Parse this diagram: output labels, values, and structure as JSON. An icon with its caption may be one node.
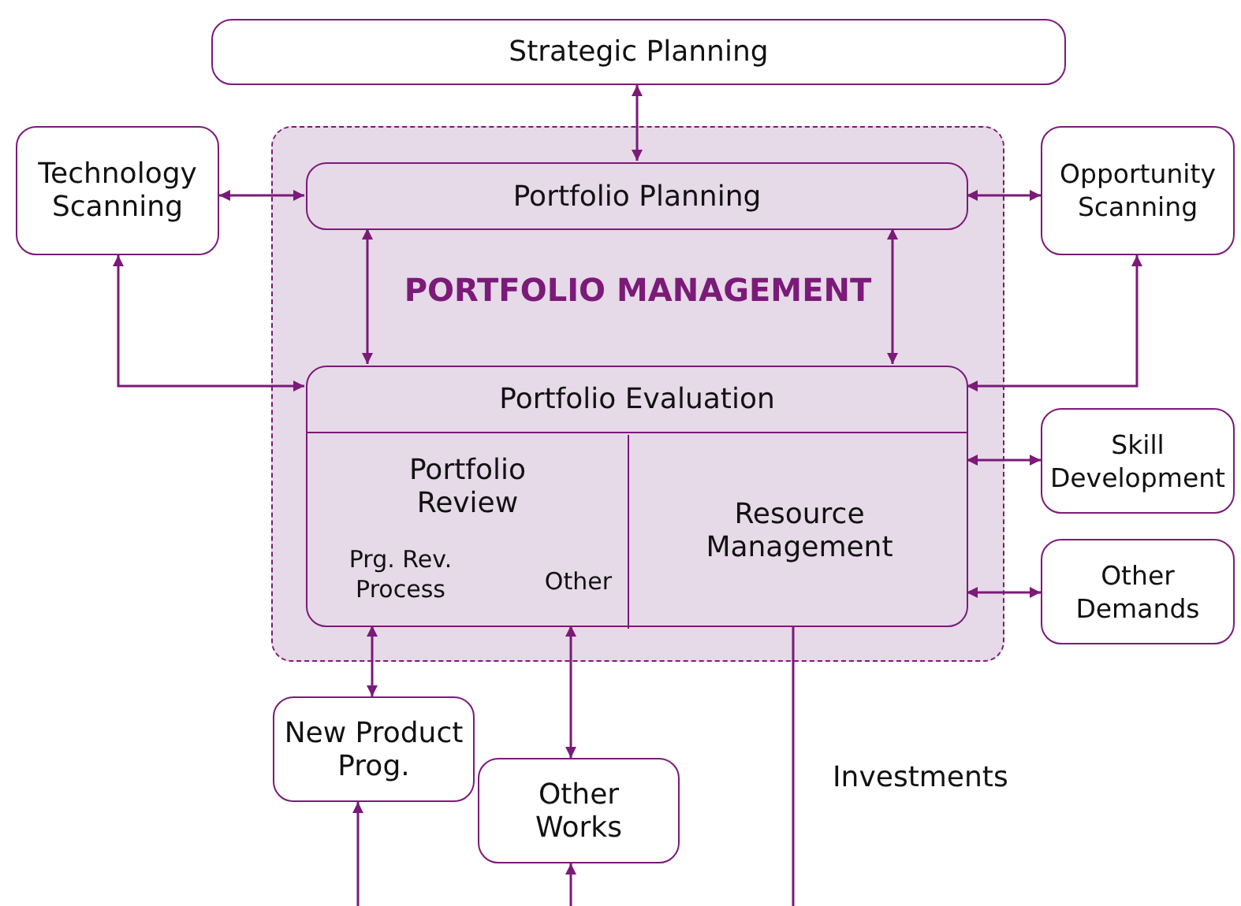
{
  "diagram": {
    "nodes": [
      {
        "text": [
          "Strategic Planning"
        ]
      },
      {
        "text": [
          "PORTFOLIO MANAGEMENT"
        ]
      },
      {
        "text": [
          "Technology Scanning"
        ]
      },
      {
        "text": [
          "Portfolio Planning"
        ],
        "in": 1
      },
      {
        "text": [
          "Opportunity Scanning"
        ]
      },
      {
        "text": [
          "Portfolio Evaluation"
        ],
        "in": 1
      },
      {
        "text": [
          "Portfolio Review",
          "Prg. Rev. Process",
          "Other"
        ],
        "in": 5
      },
      {
        "text": [
          "Resource Management"
        ],
        "in": 5
      },
      {
        "text": [
          "Skill Development"
        ]
      },
      {
        "text": [
          "Other Demands"
        ]
      },
      {
        "text": [
          "New Product Prog."
        ]
      },
      {
        "text": [
          "Other Works"
        ]
      }
    ],
    "edges": [
      {
        "from": 0,
        "to": 3,
        "arrow": "both"
      },
      {
        "from": 2,
        "to": 3,
        "arrow": "both"
      },
      {
        "from": 3,
        "to": 4,
        "arrow": "both"
      },
      {
        "from": 3,
        "to": 5,
        "arrow": "both"
      },
      {
        "from": 3,
        "to": 5,
        "arrow": "both"
      },
      {
        "from": 2,
        "to": 5,
        "arrow": "both"
      },
      {
        "from": 5,
        "to": 4,
        "arrow": "both"
      },
      {
        "from": 5,
        "to": 8,
        "arrow": "both"
      },
      {
        "from": 5,
        "to": 9,
        "arrow": "both"
      },
      {
        "from": 6,
        "to": 10,
        "arrow": "both"
      },
      {
        "from": 6,
        "to": 11,
        "arrow": "both"
      },
      {
        "from": null,
        "to": 10,
        "arrow": "to"
      },
      {
        "from": null,
        "to": 11,
        "arrow": "to"
      },
      {
        "from": 7,
        "to": null,
        "arrow": "none",
        "label": "Investments"
      }
    ]
  }
}
